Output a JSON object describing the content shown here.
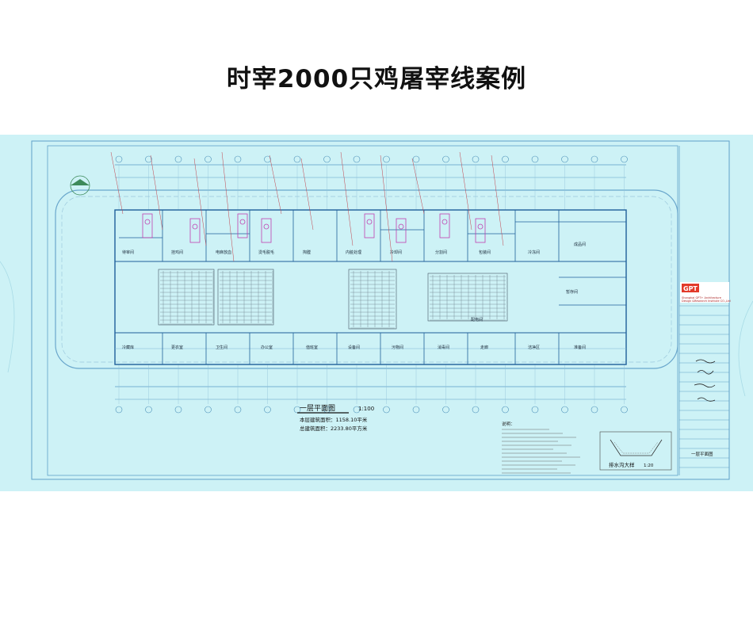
{
  "page_title": "时宰2000只鸡屠宰线案例",
  "drawing": {
    "plan_title": "一层平面图",
    "plan_scale": "1:100",
    "area_lines": [
      "本层建筑面积：1158.10平米",
      "总建筑面积：2233.80平方米"
    ],
    "detail_title": "排水沟大样",
    "detail_scale": "1:20",
    "room_labels": [
      "待宰间",
      "挂鸡间",
      "电麻放血",
      "烫毛脱毛",
      "掏膛",
      "内脏处理",
      "冷却间",
      "分割间",
      "包装间",
      "冷冻间",
      "成品间",
      "冷藏库",
      "更衣室",
      "卫生间",
      "办公室",
      "值班室",
      "设备间",
      "污物间",
      "消毒间",
      "走廊",
      "洁净区",
      "准备间",
      "暂存间",
      "配电间"
    ],
    "notes_title": "说明："
  },
  "title_block": {
    "logo": "GPT",
    "company_en_1": "Shanghai GPT+ Architecture",
    "company_en_2": "Design &Research Institute CO.,Ltd",
    "sheet_name": "一层平面图"
  }
}
